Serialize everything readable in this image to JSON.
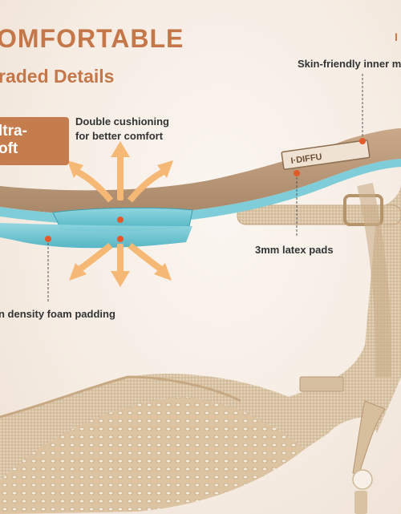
{
  "banner": {
    "headline": "OMFORTABLE",
    "subhead": "raded Details",
    "corner_mark": "I",
    "badge_line1": "ltra-",
    "badge_line2": "oft"
  },
  "callouts": {
    "inner": "Skin-friendly inner m",
    "double_line1": "Double cushioning",
    "double_line2": "for better comfort",
    "latex": "3mm latex pads",
    "foam": "n density foam padding"
  },
  "insole_logo": "I·DIFFU",
  "colors": {
    "accent": "#c4784a",
    "badge": "#c57d4d",
    "insole": "#b9997c",
    "foam": "#6ec6d3",
    "arrow": "#f5b875",
    "shoe": "#dcc5a8"
  }
}
